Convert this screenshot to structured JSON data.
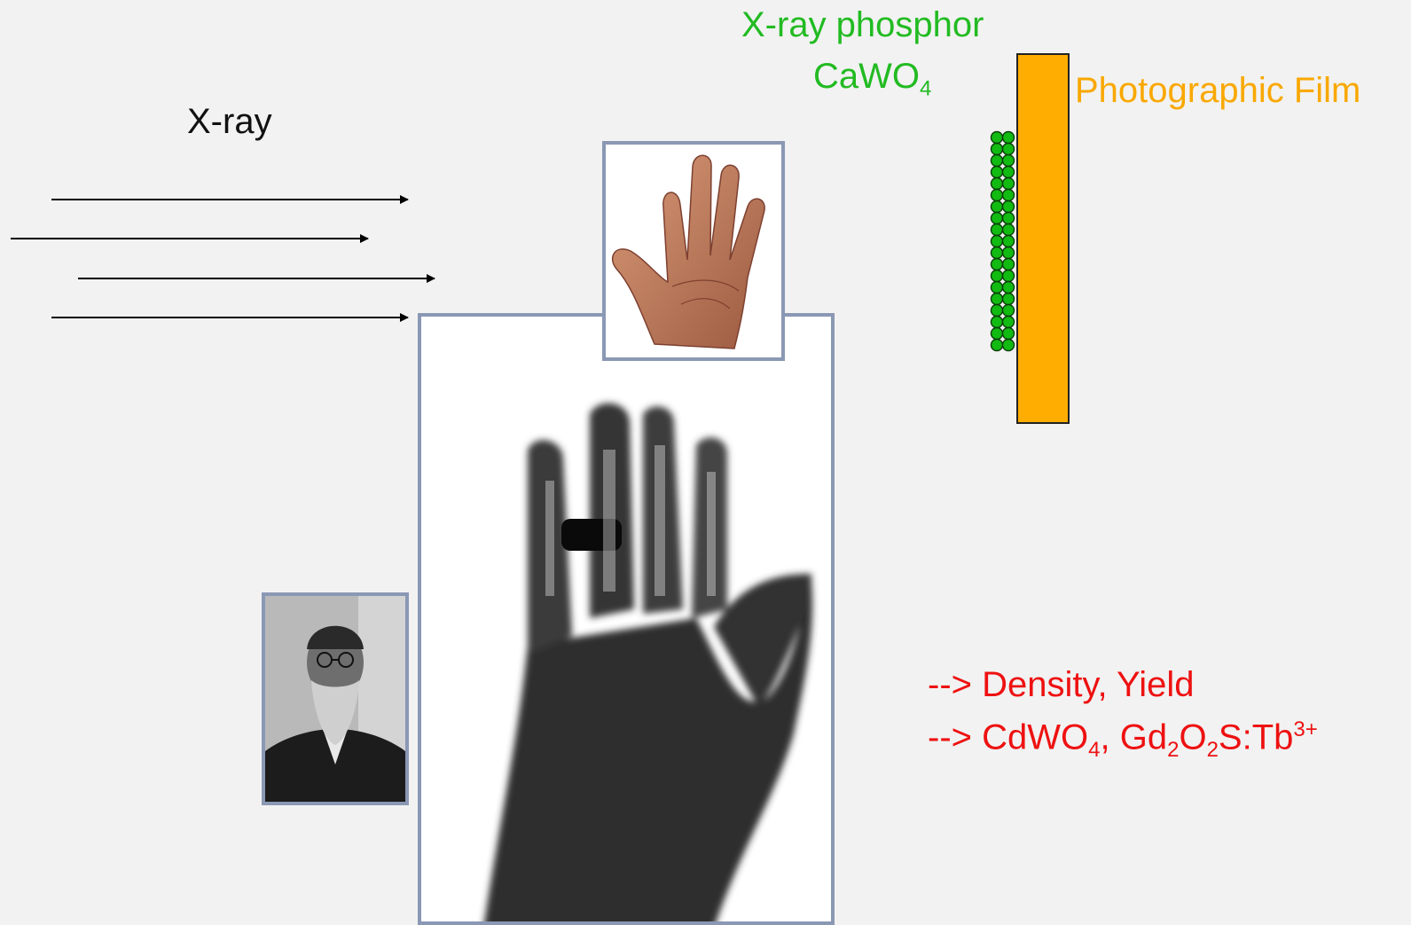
{
  "labels": {
    "xray": "X-ray",
    "phosphor_line1": "X-ray phosphor",
    "phosphor_line2_main": "CaWO",
    "phosphor_line2_sub": "4",
    "film": "Photographic Film"
  },
  "notes": {
    "line1": "--> Density, Yield",
    "line2": {
      "prefix": "--> CdWO",
      "sub1": "4",
      "mid1": ", Gd",
      "sub2": "2",
      "mid2": "O",
      "sub3": "2",
      "mid3": "S:Tb",
      "sup1": "3+"
    }
  },
  "colors": {
    "background": "#f2f2f2",
    "phosphor_text": "#22bb22",
    "phosphor_dots": "#11bb11",
    "film_fill": "#ffad00",
    "film_text": "#f9a800",
    "notes_text": "#ee1111",
    "frame_border": "#8a98b4"
  },
  "icons": {
    "hand_photo": "hand-photo-icon",
    "xray_radiograph": "hand-radiograph-icon",
    "portrait": "portrait-photo-icon",
    "arrow": "arrow-right-icon"
  }
}
